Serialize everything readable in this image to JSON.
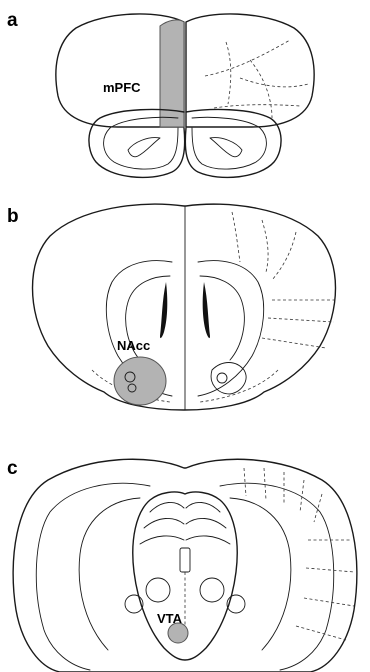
{
  "panels": [
    {
      "letter": "a",
      "region": "mPFC"
    },
    {
      "letter": "b",
      "region": "NAcc"
    },
    {
      "letter": "c",
      "region": "VTA"
    }
  ],
  "colors": {
    "highlight_fill": "#b3b3b3",
    "highlight_stroke": "#555555",
    "line": "#1a1a1a"
  }
}
